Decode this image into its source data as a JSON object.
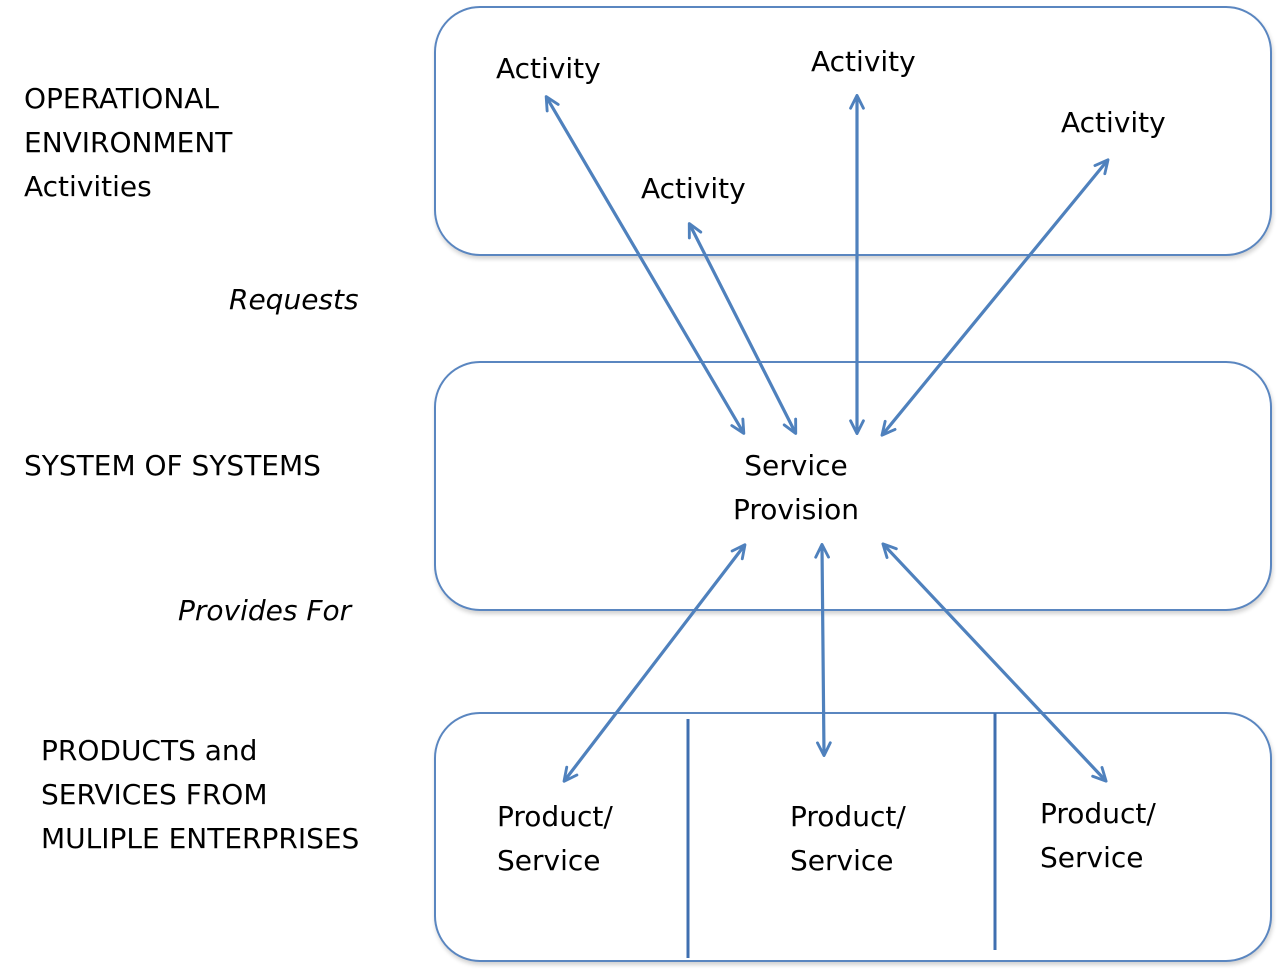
{
  "left_labels": {
    "operational": [
      "OPERATIONAL",
      "ENVIRONMENT",
      "Activities"
    ],
    "requests": "Requests",
    "system": "SYSTEM OF SYSTEMS",
    "provides_for": "Provides For",
    "products": [
      "PRODUCTS and",
      "SERVICES FROM",
      "MULIPLE ENTERPRISES"
    ]
  },
  "top_panel": {
    "activities": [
      "Activity",
      "Activity",
      "Activity",
      "Activity"
    ]
  },
  "middle_panel": {
    "hub": [
      "Service",
      "Provision"
    ]
  },
  "bottom_panel": {
    "items": [
      [
        "Product/",
        "Service"
      ],
      [
        "Product/",
        "Service"
      ],
      [
        "Product/",
        "Service"
      ]
    ]
  },
  "colors": {
    "arrow": "#4f81bd",
    "panel_border": "#5a86c0",
    "divider": "#3f6fb0"
  }
}
